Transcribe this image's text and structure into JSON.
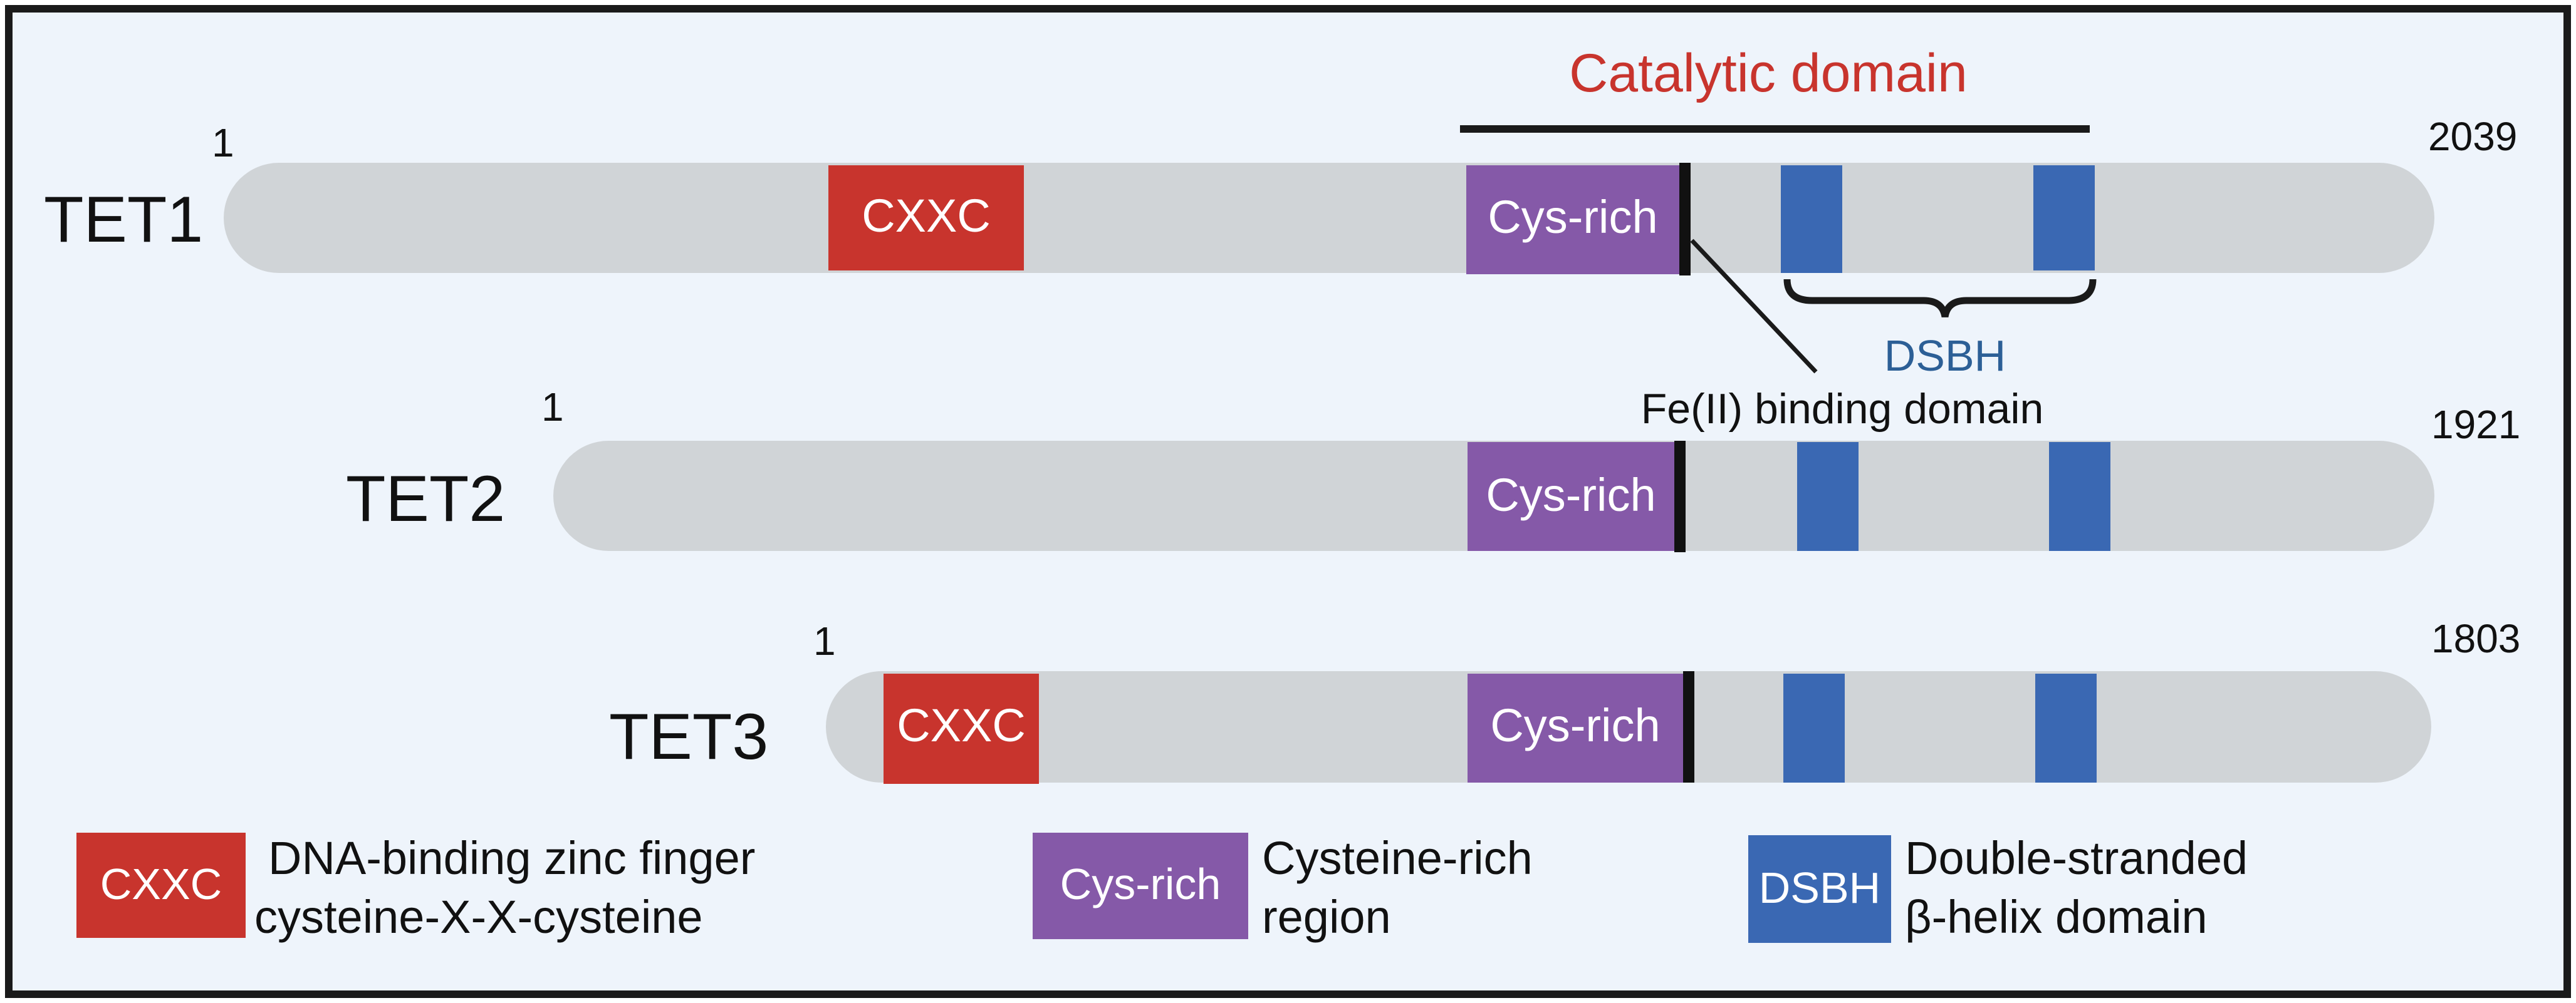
{
  "catalytic": {
    "label": "Catalytic domain",
    "color": "#c8342d"
  },
  "annotations": {
    "dsbh": "DSBH",
    "fe_binding": "Fe(II) binding domain"
  },
  "colors": {
    "frame_border": "#1a1a1a",
    "frame_fill": "#eef4fb",
    "bar": "#d0d4d7",
    "cxxc": "#c8342d",
    "cys_rich": "#8559a8",
    "dsbh": "#3a68b3",
    "dsbh_label": "#2c5f96",
    "text": "#111111",
    "box_text": "#ffffff"
  },
  "proteins": [
    {
      "name": "TET1",
      "start": "1",
      "end": "2039",
      "domains": [
        "CXXC",
        "Cys-rich",
        "DSBH",
        "DSBH"
      ]
    },
    {
      "name": "TET2",
      "start": "1",
      "end": "1921",
      "domains": [
        "Cys-rich",
        "DSBH",
        "DSBH"
      ]
    },
    {
      "name": "TET3",
      "start": "1",
      "end": "1803",
      "domains": [
        "CXXC",
        "Cys-rich",
        "DSBH",
        "DSBH"
      ]
    }
  ],
  "domain_labels": {
    "cxxc": "CXXC",
    "cys_rich": "Cys-rich"
  },
  "legend": [
    {
      "key": "CXXC",
      "line1": "DNA-binding zinc finger",
      "line2": "cysteine-X-X-cysteine",
      "color": "#c8342d"
    },
    {
      "key": "Cys-rich",
      "line1": "Cysteine-rich",
      "line2": "region",
      "color": "#8559a8"
    },
    {
      "key": "DSBH",
      "line1": "Double-stranded",
      "line2": "β-helix domain",
      "color": "#3a68b3"
    }
  ]
}
